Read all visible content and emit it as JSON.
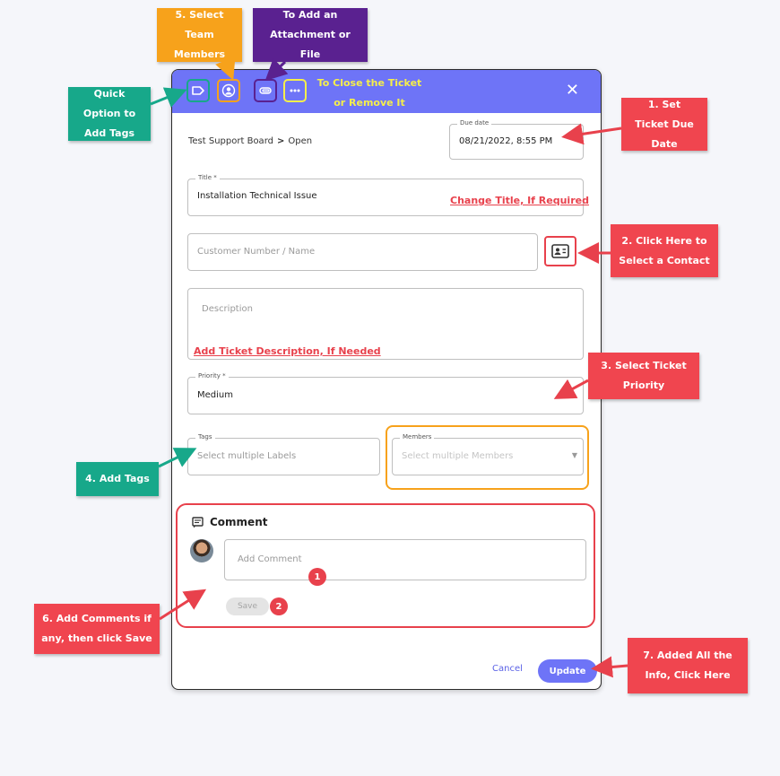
{
  "header": {
    "close_label": "✕",
    "note": "To Close the Ticket or Remove It"
  },
  "breadcrumb": {
    "board": "Test Support Board",
    "separator": ">",
    "status": "Open"
  },
  "form": {
    "due_date": {
      "label": "Due date",
      "value": "08/21/2022, 8:55 PM"
    },
    "title": {
      "label": "Title *",
      "value": "Installation Technical Issue",
      "hint": "Change Title, If Required"
    },
    "customer": {
      "placeholder": "Customer Number / Name"
    },
    "description": {
      "placeholder": "Description",
      "hint": "Add Ticket Description, If Needed"
    },
    "priority": {
      "label": "Priority *",
      "value": "Medium"
    },
    "tags": {
      "label": "Tags",
      "placeholder": "Select multiple Labels"
    },
    "members": {
      "label": "Members",
      "placeholder": "Select multiple Members"
    }
  },
  "comment": {
    "title": "Comment",
    "placeholder": "Add Comment",
    "save_label": "Save",
    "badge1": "1",
    "badge2": "2"
  },
  "footer": {
    "cancel_label": "Cancel",
    "update_label": "Update"
  },
  "callouts": {
    "team": "5. Select Team Members",
    "attachment": "To Add an Attachment or File",
    "tags_quick": "Quick Option to Add Tags",
    "due_date": "1. Set Ticket Due Date",
    "contact": "2. Click Here to Select a Contact",
    "priority": "3. Select Ticket Priority",
    "add_tags": "4. Add Tags",
    "comments": "6. Add Comments if any, then click Save",
    "update": "7. Added All the Info, Click Here"
  },
  "colors": {
    "header": "#6e74f7",
    "callout_red": "#f0454f",
    "callout_green": "#17a88a",
    "callout_orange": "#f7a21b",
    "callout_purple": "#5a2190",
    "note_yellow": "#f6ef4a"
  }
}
